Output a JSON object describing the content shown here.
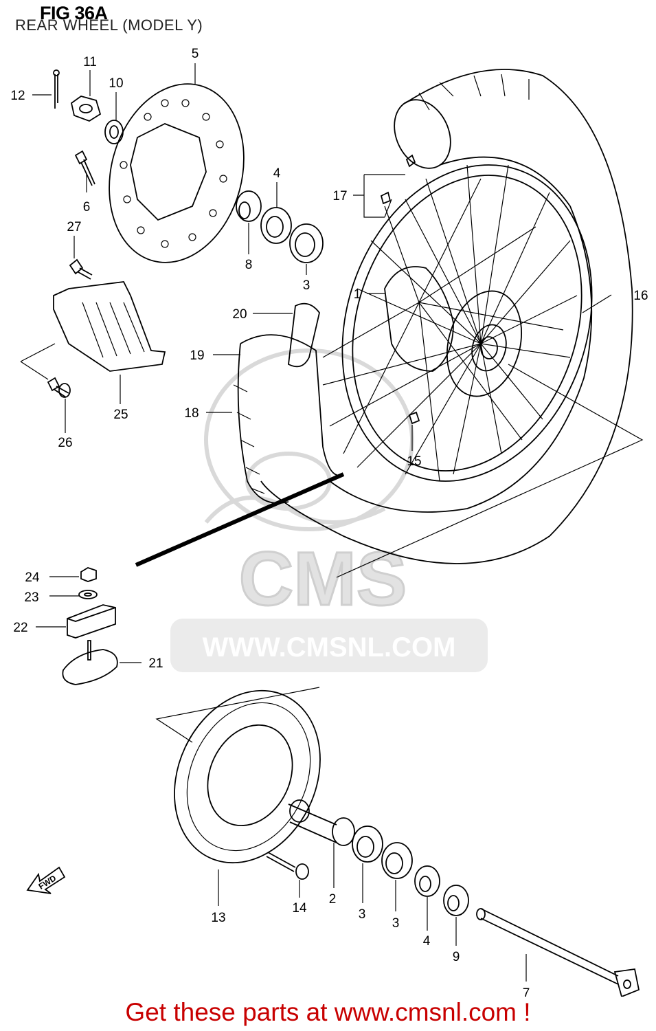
{
  "figure": {
    "title": "FIG 36A",
    "subtitle": "REAR WHEEL (MODEL Y)"
  },
  "watermark": {
    "logo_text": "CMS",
    "url_text": "WWW.CMSNL.COM"
  },
  "fwd_arrow": {
    "label": "FWD"
  },
  "callouts": [
    {
      "id": "1",
      "label": "1"
    },
    {
      "id": "2",
      "label": "2"
    },
    {
      "id": "3a",
      "label": "3"
    },
    {
      "id": "3b",
      "label": "3"
    },
    {
      "id": "3c",
      "label": "3"
    },
    {
      "id": "4a",
      "label": "4"
    },
    {
      "id": "4b",
      "label": "4"
    },
    {
      "id": "5",
      "label": "5"
    },
    {
      "id": "6",
      "label": "6"
    },
    {
      "id": "7",
      "label": "7"
    },
    {
      "id": "8",
      "label": "8"
    },
    {
      "id": "9",
      "label": "9"
    },
    {
      "id": "10",
      "label": "10"
    },
    {
      "id": "11",
      "label": "11"
    },
    {
      "id": "12",
      "label": "12"
    },
    {
      "id": "13",
      "label": "13"
    },
    {
      "id": "14",
      "label": "14"
    },
    {
      "id": "15",
      "label": "15"
    },
    {
      "id": "16",
      "label": "16"
    },
    {
      "id": "17",
      "label": "17"
    },
    {
      "id": "18",
      "label": "18"
    },
    {
      "id": "19",
      "label": "19"
    },
    {
      "id": "20",
      "label": "20"
    },
    {
      "id": "21",
      "label": "21"
    },
    {
      "id": "22",
      "label": "22"
    },
    {
      "id": "23",
      "label": "23"
    },
    {
      "id": "24",
      "label": "24"
    },
    {
      "id": "25",
      "label": "25"
    },
    {
      "id": "26",
      "label": "26"
    },
    {
      "id": "27",
      "label": "27"
    }
  ],
  "footer": {
    "text": "Get these parts at www.cmsnl.com !"
  },
  "colors": {
    "footer_text": "#c80000",
    "line_art": "#000000",
    "watermark": "#d9d9d9"
  }
}
